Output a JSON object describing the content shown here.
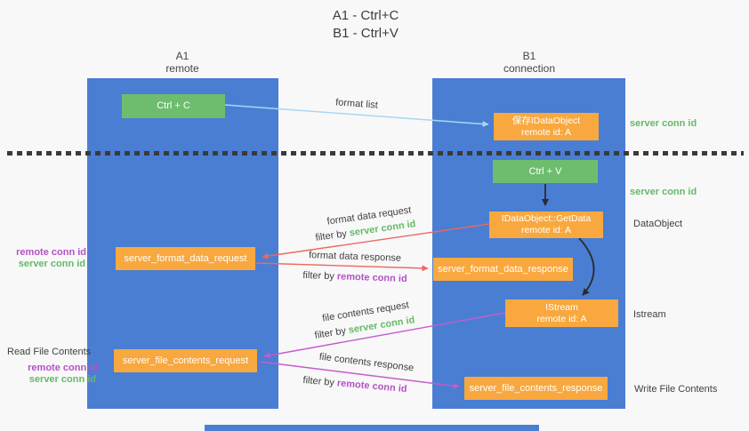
{
  "title": {
    "line1": "A1 - Ctrl+C",
    "line2": "B1 - Ctrl+V"
  },
  "lanes": {
    "a": {
      "title": "A1",
      "subtitle": "remote"
    },
    "b": {
      "title": "B1",
      "subtitle": "connection"
    }
  },
  "nodes": {
    "ctrl_c": {
      "label": "Ctrl + C"
    },
    "ctrl_v": {
      "label": "Ctrl + V"
    },
    "save_dataobject": {
      "line1": "保存IDataObject",
      "line2": "remote id: A"
    },
    "getdata": {
      "line1": "IDataObject::GetData",
      "line2": "remote id: A"
    },
    "istream": {
      "line1": "IStream",
      "line2": "remote id: A"
    },
    "format_request": {
      "label": "server_format_data_request"
    },
    "format_response": {
      "label": "server_format_data_response"
    },
    "file_request": {
      "label": "server_file_contents_request"
    },
    "file_response": {
      "label": "server_file_contents_response"
    }
  },
  "arrow_labels": {
    "format_list": "format list",
    "format_data_request": "format data request",
    "format_data_response": "format data response",
    "file_contents_request": "file contents request",
    "file_contents_response": "file contents response",
    "filter_by": "filter by"
  },
  "annotations": {
    "server_conn_id": "server conn id",
    "remote_conn_id": "remote conn id",
    "dataobject": "DataObject",
    "istream": "Istream",
    "read_file_contents": "Read File Contents",
    "write_file_contents": "Write File Contents"
  },
  "colors": {
    "lane_blue": "#4a7ed3",
    "node_green": "#6ebd6f",
    "node_orange": "#f8a83e",
    "green_text": "#65b965",
    "purple_text": "#b352c4",
    "arrow_blue": "#a9d7f2",
    "arrow_red": "#ee685f",
    "arrow_magenta": "#c45ccc",
    "arrow_black": "#2b2b2b"
  }
}
